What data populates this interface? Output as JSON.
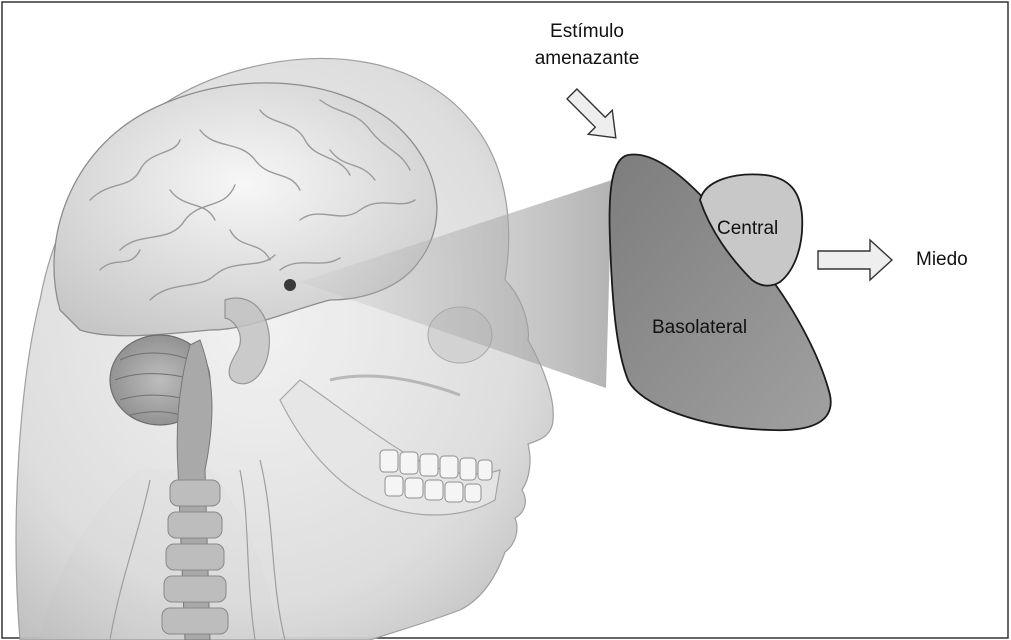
{
  "labels": {
    "stimulus_line1": "Estímulo",
    "stimulus_line2": "amenazante",
    "central": "Central",
    "basolateral": "Basolateral",
    "output": "Miedo"
  },
  "colors": {
    "frame": "#333333",
    "basolateral_fill": "#8e8e8e",
    "central_fill": "#c8c8c8",
    "arrow_fill": "#eeeeee",
    "head": "#dcdcdc"
  },
  "icons": {
    "head": "human-head-skull-brain-illustration",
    "arrows": "outline-block-arrow"
  }
}
